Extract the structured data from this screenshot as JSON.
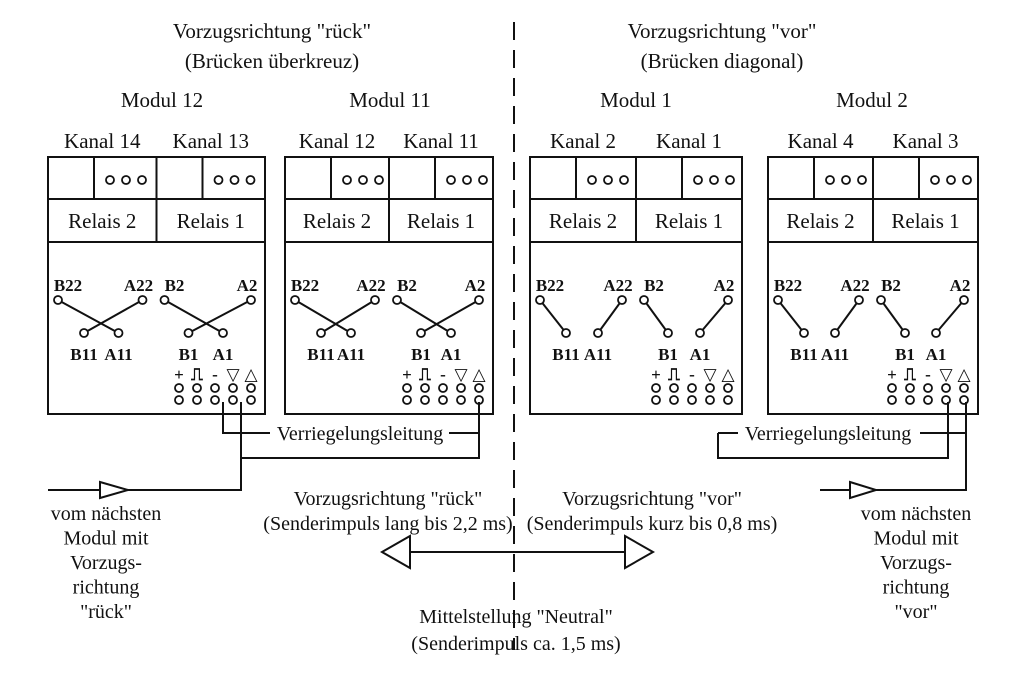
{
  "headings": {
    "left_title": "Vorzugsrichtung \"rück\"",
    "left_subtitle": "(Brücken überkreuz)",
    "right_title": "Vorzugsrichtung \"vor\"",
    "right_subtitle": "(Brücken diagonal)"
  },
  "modules": [
    {
      "name": "Modul 12",
      "channels": [
        "Kanal 14",
        "Kanal 13"
      ],
      "relays": [
        "Relais 2",
        "Relais 1"
      ],
      "pins_top": [
        "B22",
        "A22",
        "B2",
        "A2"
      ],
      "pins_bottom": [
        "B11",
        "A11",
        "B1",
        "A1"
      ],
      "bridge": "cross"
    },
    {
      "name": "Modul 11",
      "channels": [
        "Kanal 12",
        "Kanal 11"
      ],
      "relays": [
        "Relais 2",
        "Relais 1"
      ],
      "pins_top": [
        "B22",
        "A22",
        "B2",
        "A2"
      ],
      "pins_bottom": [
        "B11",
        "A11",
        "B1",
        "A1"
      ],
      "bridge": "cross"
    },
    {
      "name": "Modul 1",
      "channels": [
        "Kanal 2",
        "Kanal 1"
      ],
      "relays": [
        "Relais 2",
        "Relais 1"
      ],
      "pins_top": [
        "B22",
        "A22",
        "B2",
        "A2"
      ],
      "pins_bottom": [
        "B11",
        "A11",
        "B1",
        "A1"
      ],
      "bridge": "diagonal"
    },
    {
      "name": "Modul 2",
      "channels": [
        "Kanal 4",
        "Kanal 3"
      ],
      "relays": [
        "Relais 2",
        "Relais 1"
      ],
      "pins_top": [
        "B22",
        "A22",
        "B2",
        "A2"
      ],
      "pins_bottom": [
        "B11",
        "A11",
        "B1",
        "A1"
      ],
      "bridge": "diagonal"
    }
  ],
  "terminal_symbols": [
    "+",
    "⎍",
    "-",
    "▽",
    "△"
  ],
  "interlock_label": "Verriegelungsleitung",
  "left_input_label": [
    "vom nächsten",
    "Modul mit",
    "Vorzugs-",
    "richtung",
    "\"rück\""
  ],
  "right_input_label": [
    "vom nächsten",
    "Modul mit",
    "Vorzugs-",
    "richtung",
    "\"vor\""
  ],
  "back_label": [
    "Vorzugsrichtung \"rück\"",
    "(Senderimpuls lang bis 2,2 ms)"
  ],
  "forward_label": [
    "Vorzugsrichtung \"vor\"",
    "(Senderimpuls kurz bis 0,8 ms)"
  ],
  "neutral_label": [
    "Mittelstellung \"Neutral\"",
    "(Senderimpuls ca. 1,5 ms)"
  ]
}
